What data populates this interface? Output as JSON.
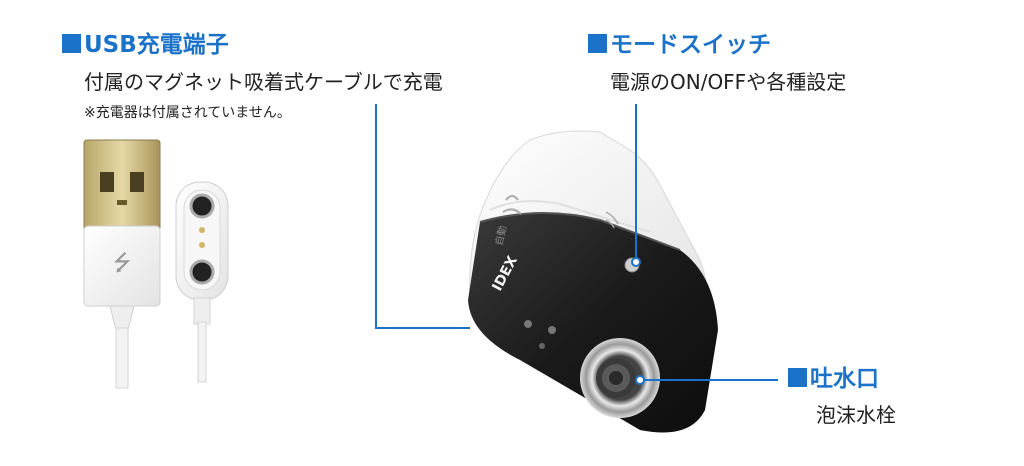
{
  "usb_section": {
    "title": "USB充電端子",
    "description": "付属のマグネット吸着式ケーブルで充電",
    "note": "※充電器は付属されていません。"
  },
  "mode_section": {
    "title": "モードスイッチ",
    "description": "電源のON/OFFや各種設定"
  },
  "outlet_section": {
    "title": "吐水口",
    "description": "泡沫水栓"
  },
  "device": {
    "brand": "IDEX",
    "label": "自動"
  },
  "colors": {
    "accent": "#1b73c9",
    "device_body": "#f4f4f4",
    "device_base": "#1c1c1c"
  }
}
